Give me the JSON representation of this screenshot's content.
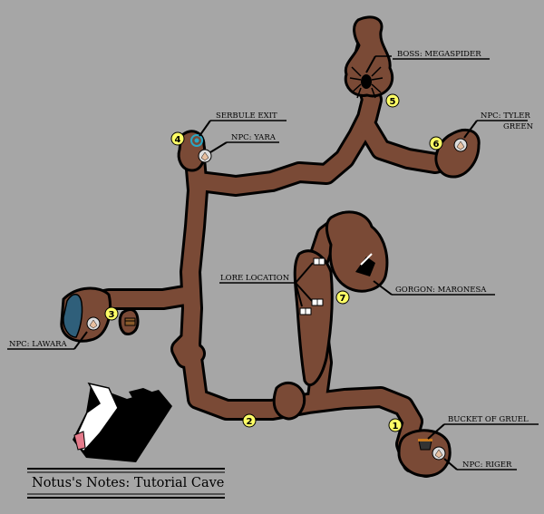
{
  "title": "Notus's Notes: Tutorial Cave",
  "colors": {
    "background": "#a6a6a6",
    "cave": "#7a4a36",
    "water": "#2f5f7a",
    "marker": "#ffff66",
    "portal": "#2aa7c4"
  },
  "markers": [
    {
      "number": "1"
    },
    {
      "number": "2"
    },
    {
      "number": "3"
    },
    {
      "number": "4"
    },
    {
      "number": "5"
    },
    {
      "number": "6"
    },
    {
      "number": "7"
    }
  ],
  "labels": {
    "boss": "BOSS: MEGASPIDER",
    "exit": "SERBULE EXIT",
    "yara": "NPC: YARA",
    "tyler_line1": "NPC: TYLER",
    "tyler_line2": "GREEN",
    "lore": "LORE LOCATION",
    "gorgon": "GORGON: MARONESA",
    "lawara": "NPC: LAWARA",
    "gruel": "BUCKET OF GRUEL",
    "riger": "NPC: RIGER"
  },
  "icons": {
    "boss": "spider-icon",
    "exit": "portal-icon",
    "npc": "npc-head-icon",
    "lore": "book-icon",
    "gorgon": "gorgon-icon",
    "gruel": "bucket-icon",
    "chest": "chest-icon",
    "logo": "cow-logo-icon"
  }
}
